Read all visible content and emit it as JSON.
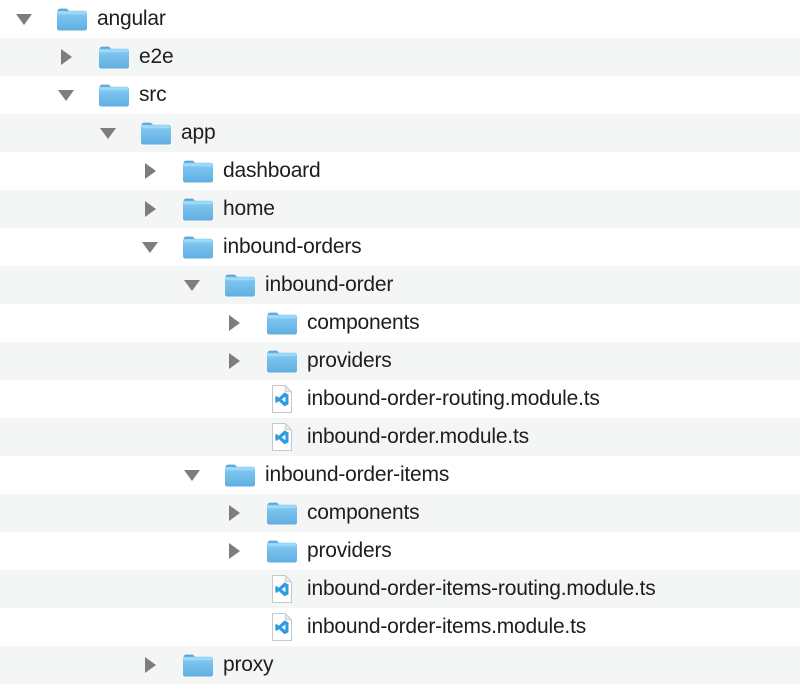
{
  "colors": {
    "window_bg": "#ffffff",
    "stripe": "#f4f5f5",
    "text": "#1e1e1e",
    "triangle": "#7d7d7d",
    "folder_tab": "#5ca7da",
    "folder_top": "#86ccf4",
    "folder_bottom": "#60aee2",
    "folder_highlight": "#9ed9f8",
    "file_border": "#c7c7c7",
    "file_fill": "#ffffff",
    "file_fold": "#e9e9e9",
    "vscode_blue": "#2f9be0"
  },
  "icons": {
    "folder": "folder-icon",
    "file": "vscode-ts-file-icon",
    "expanded": "disclosure-down-icon",
    "collapsed": "disclosure-right-icon"
  },
  "tree": {
    "rows": [
      {
        "label": "angular",
        "type": "folder",
        "level": 0,
        "state": "expanded"
      },
      {
        "label": "e2e",
        "type": "folder",
        "level": 1,
        "state": "collapsed"
      },
      {
        "label": "src",
        "type": "folder",
        "level": 1,
        "state": "expanded"
      },
      {
        "label": "app",
        "type": "folder",
        "level": 2,
        "state": "expanded"
      },
      {
        "label": "dashboard",
        "type": "folder",
        "level": 3,
        "state": "collapsed"
      },
      {
        "label": "home",
        "type": "folder",
        "level": 3,
        "state": "collapsed"
      },
      {
        "label": "inbound-orders",
        "type": "folder",
        "level": 3,
        "state": "expanded"
      },
      {
        "label": "inbound-order",
        "type": "folder",
        "level": 4,
        "state": "expanded"
      },
      {
        "label": "components",
        "type": "folder",
        "level": 5,
        "state": "collapsed"
      },
      {
        "label": "providers",
        "type": "folder",
        "level": 5,
        "state": "collapsed"
      },
      {
        "label": "inbound-order-routing.module.ts",
        "type": "file",
        "level": 5,
        "state": "none"
      },
      {
        "label": "inbound-order.module.ts",
        "type": "file",
        "level": 5,
        "state": "none"
      },
      {
        "label": "inbound-order-items",
        "type": "folder",
        "level": 4,
        "state": "expanded"
      },
      {
        "label": "components",
        "type": "folder",
        "level": 5,
        "state": "collapsed"
      },
      {
        "label": "providers",
        "type": "folder",
        "level": 5,
        "state": "collapsed"
      },
      {
        "label": "inbound-order-items-routing.module.ts",
        "type": "file",
        "level": 5,
        "state": "none"
      },
      {
        "label": "inbound-order-items.module.ts",
        "type": "file",
        "level": 5,
        "state": "none"
      },
      {
        "label": "proxy",
        "type": "folder",
        "level": 3,
        "state": "collapsed"
      }
    ]
  }
}
